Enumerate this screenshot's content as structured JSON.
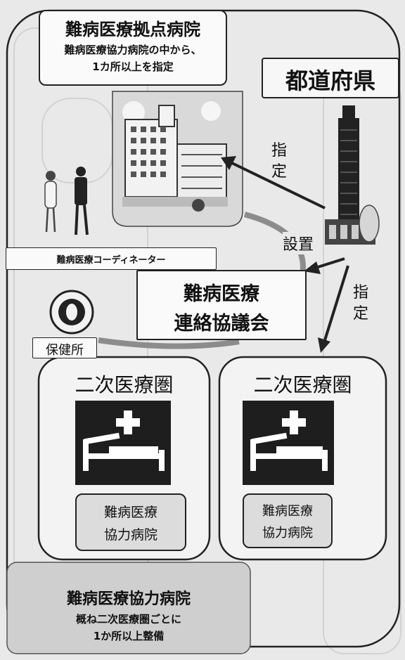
{
  "core_hospital": {
    "title": "難病医療拠点病院",
    "line1": "難病医療協力病院の中から、",
    "line2": "1カ所以上を指定"
  },
  "prefecture": {
    "label": "都道府県"
  },
  "arrow_labels": {
    "designate_top": "指定",
    "establish": "設置",
    "designate_right": "指定"
  },
  "coordinator": {
    "label": "難病医療コーディネーター"
  },
  "council": {
    "line1": "難病医療",
    "line2": "連絡協議会"
  },
  "health_center": {
    "label": "保健所"
  },
  "regions": [
    {
      "title": "二次医療圏",
      "hospital_line1": "難病医療",
      "hospital_line2": "協力病院"
    },
    {
      "title": "二次医療圏",
      "hospital_line1": "難病医療",
      "hospital_line2": "協力病院"
    }
  ],
  "cooperation_note": {
    "title": "難病医療協力病院",
    "line1": "概ね二次医療圏ごとに",
    "line2": "1か所以上整備"
  },
  "colors": {
    "background": "#e9e9e9",
    "box_fill": "#fafafa",
    "stroke": "#222222",
    "icon_dark": "#1e1e1e",
    "accent_gray": "#bdbdbd"
  }
}
